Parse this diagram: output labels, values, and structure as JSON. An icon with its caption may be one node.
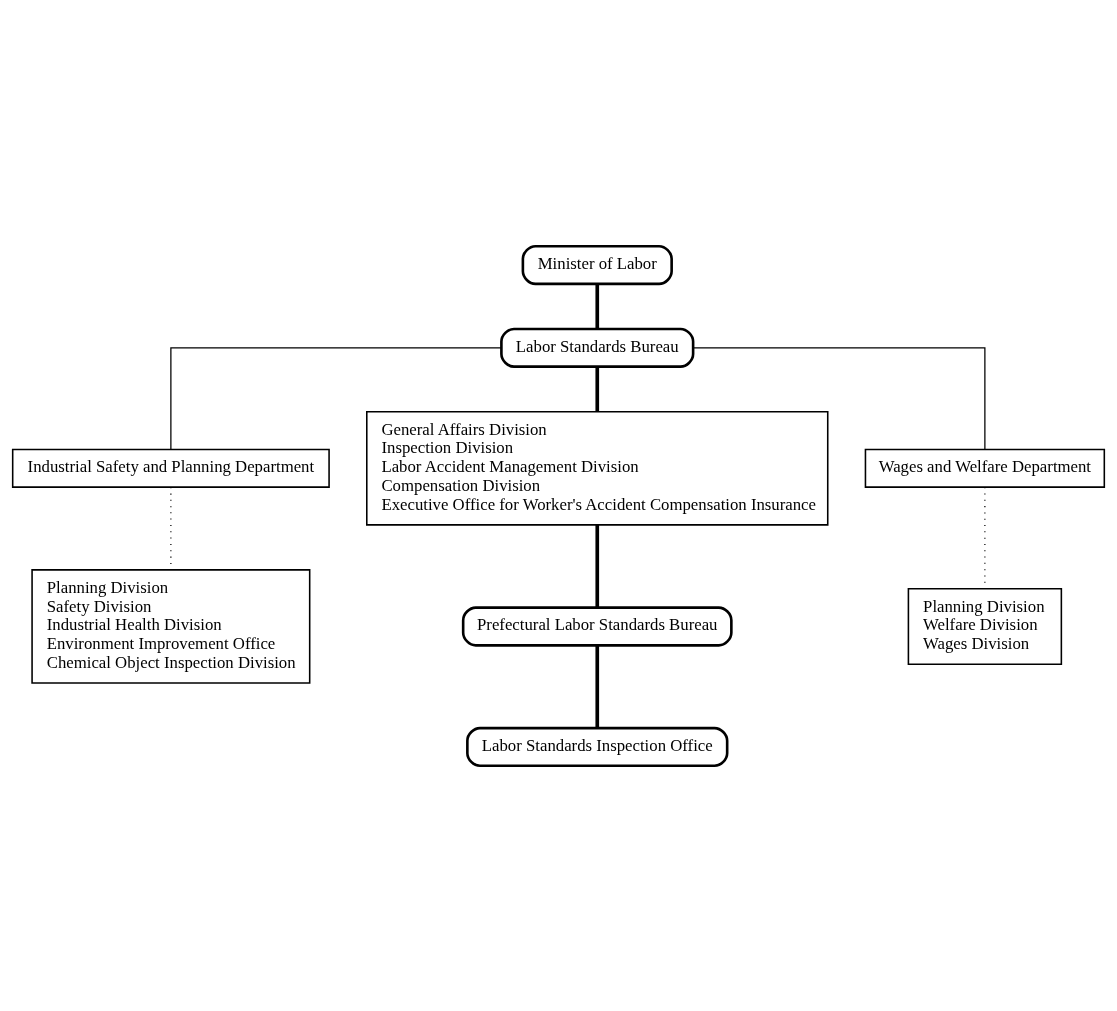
{
  "diagram": {
    "nodes": [
      {
        "text": [
          "Minister of Labor"
        ]
      },
      {
        "text": [
          "Labor Standards Bureau"
        ]
      },
      {
        "text": [
          "Industrial Safety and Planning Department"
        ]
      },
      {
        "text": [
          "Planning Division",
          "Safety Division",
          "Industrial Health Division",
          "Environment Improvement Office",
          "Chemical Object Inspection Division"
        ]
      },
      {
        "text": [
          "General Affairs Division",
          "Inspection Division",
          "Labor Accident Management Division",
          "Compensation Division",
          "Executive Office for Worker's Accident Compensation Insurance"
        ]
      },
      {
        "text": [
          "Wages and Welfare Department"
        ]
      },
      {
        "text": [
          "Planning Division",
          "Welfare Division",
          "Wages Division"
        ]
      },
      {
        "text": [
          "Prefectural Labor Standards Bureau"
        ]
      },
      {
        "text": [
          "Labor Standards Inspection Office"
        ]
      }
    ],
    "edges": [
      {
        "from": 0,
        "to": 1,
        "arrow": "none",
        "style": "thick"
      },
      {
        "from": 1,
        "to": 2,
        "arrow": "none"
      },
      {
        "from": 1,
        "to": 4,
        "arrow": "none",
        "style": "thick"
      },
      {
        "from": 1,
        "to": 5,
        "arrow": "none"
      },
      {
        "from": 2,
        "to": 3,
        "arrow": "none",
        "style": "dashed"
      },
      {
        "from": 5,
        "to": 6,
        "arrow": "none",
        "style": "dashed"
      },
      {
        "from": 4,
        "to": 7,
        "arrow": "none",
        "style": "thick"
      },
      {
        "from": 7,
        "to": 8,
        "arrow": "none",
        "style": "thick"
      }
    ]
  }
}
